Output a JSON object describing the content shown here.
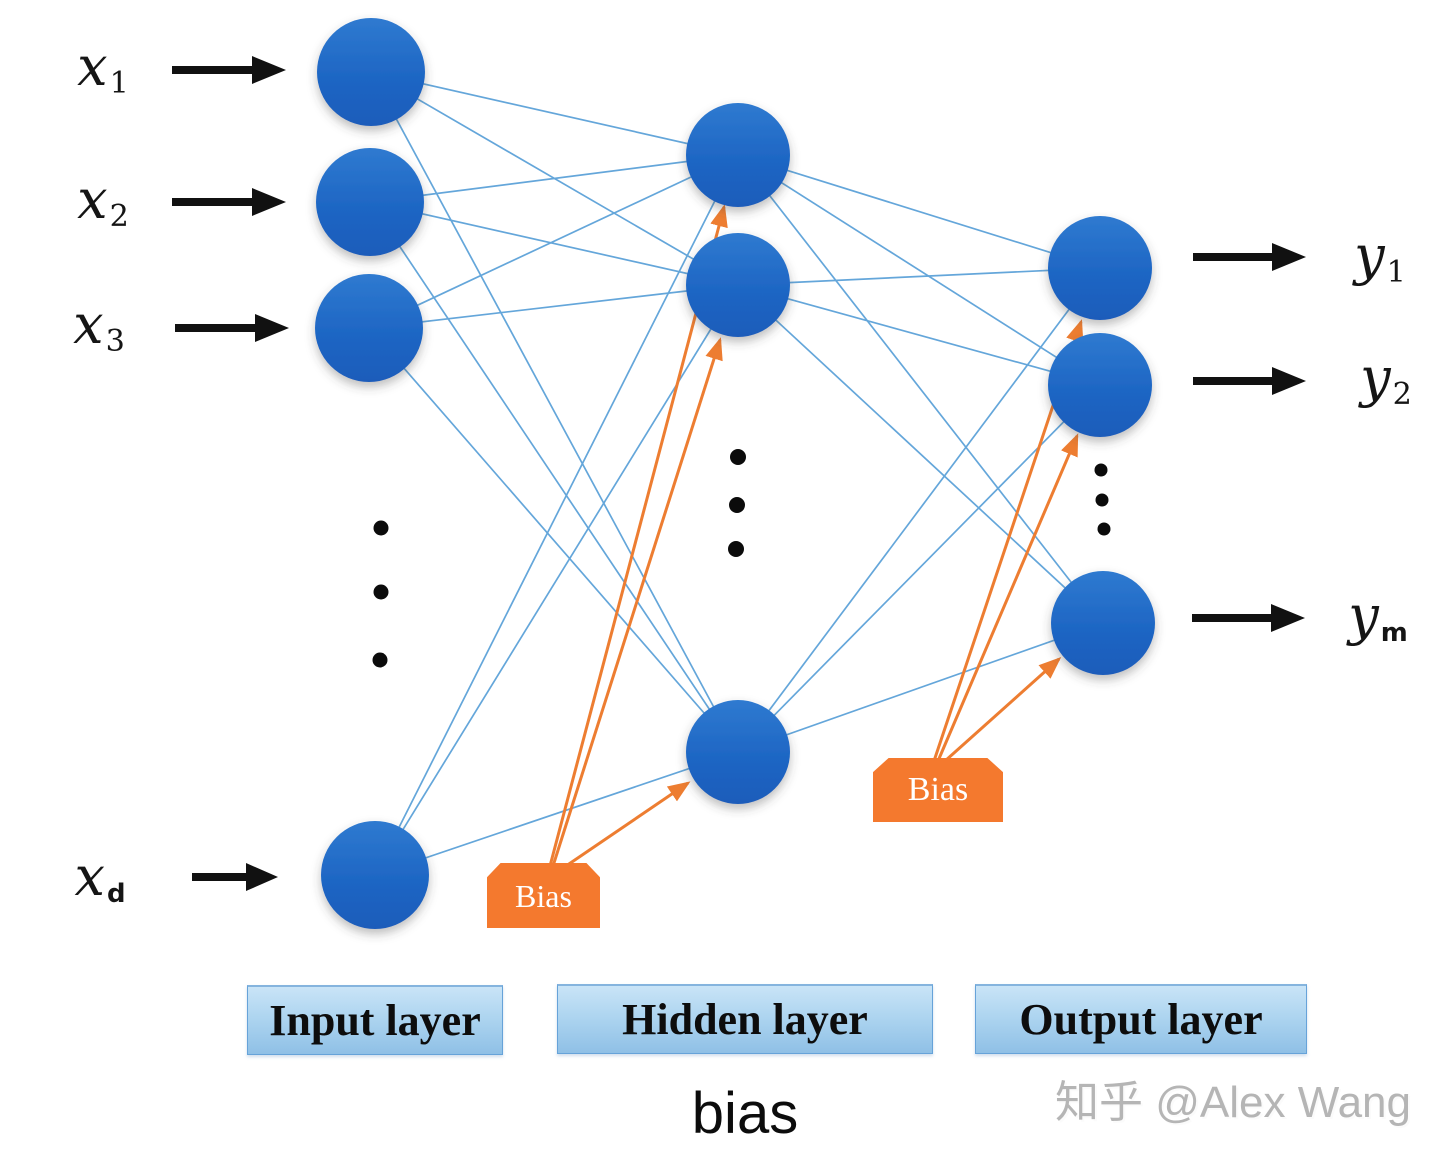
{
  "diagram": {
    "input_labels": [
      {
        "base": "x",
        "sub": "1"
      },
      {
        "base": "x",
        "sub": "2"
      },
      {
        "base": "x",
        "sub": "3"
      },
      {
        "base": "x",
        "sub": "d"
      }
    ],
    "output_labels": [
      {
        "base": "y",
        "sub": "1"
      },
      {
        "base": "y",
        "sub": "2"
      },
      {
        "base": "y",
        "sub": "m"
      }
    ],
    "bias_labels": {
      "hidden": "Bias",
      "output": "Bias"
    },
    "layer_labels": {
      "input": "Input layer",
      "hidden": "Hidden layer",
      "output": "Output layer"
    },
    "caption": "bias",
    "watermark": "知乎 @Alex Wang",
    "colors": {
      "node_blue": "#1d63c1",
      "edge_blue": "#4f9ad5",
      "bias_orange": "#f4792e",
      "label_box_fill": "#a9d0ec",
      "arrow_black": "#111111",
      "watermark_gray": "#b5b5b5"
    }
  }
}
